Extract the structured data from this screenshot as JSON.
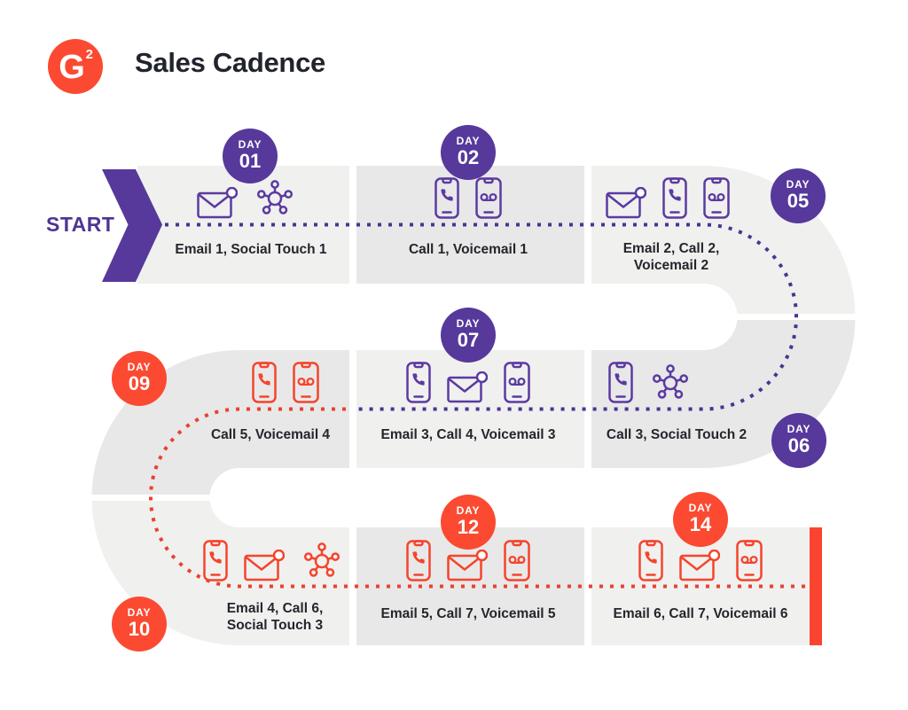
{
  "header": {
    "logo_letter": "G",
    "logo_superscript": "2",
    "title": "Sales Cadence"
  },
  "start_label": "START",
  "day_word": "DAY",
  "colors": {
    "brand_red": "#FB4A31",
    "brand_purple": "#56399B",
    "purple_dots": "#4B3392",
    "red_dots": "#E8422E",
    "band_light": "#F0F0EF",
    "band_dark": "#E8E8E8",
    "label_text": "#25262C",
    "end_bar": "#FB4430"
  },
  "steps": [
    {
      "day": "01",
      "label": "Email 1, Social Touch 1",
      "icons": [
        "email",
        "social-touch"
      ],
      "theme": "purple"
    },
    {
      "day": "02",
      "label": "Call 1, Voicemail 1",
      "icons": [
        "call",
        "voicemail"
      ],
      "theme": "purple"
    },
    {
      "day": "05",
      "label": "Email 2, Call 2,\nVoicemail 2",
      "icons": [
        "email",
        "call",
        "voicemail"
      ],
      "theme": "purple"
    },
    {
      "day": "06",
      "label": "Call 3, Social Touch 2",
      "icons": [
        "call",
        "social-touch"
      ],
      "theme": "purple"
    },
    {
      "day": "07",
      "label": "Email 3, Call 4, Voicemail 3",
      "icons": [
        "call",
        "email",
        "voicemail"
      ],
      "theme": "purple"
    },
    {
      "day": "09",
      "label": "Call 5, Voicemail 4",
      "icons": [
        "call",
        "voicemail"
      ],
      "theme": "red"
    },
    {
      "day": "10",
      "label": "Email 4, Call 6,\nSocial Touch 3",
      "icons": [
        "call",
        "email",
        "social-touch"
      ],
      "theme": "red"
    },
    {
      "day": "12",
      "label": "Email 5, Call 7, Voicemail 5",
      "icons": [
        "call",
        "email",
        "voicemail"
      ],
      "theme": "red"
    },
    {
      "day": "14",
      "label": "Email 6, Call 7, Voicemail 6",
      "icons": [
        "call",
        "email",
        "voicemail"
      ],
      "theme": "red"
    }
  ]
}
